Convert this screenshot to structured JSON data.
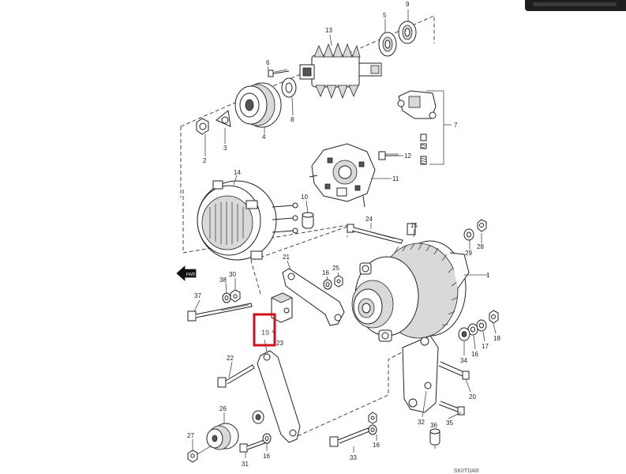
{
  "diagram": {
    "callouts": {
      "c1": "1",
      "c2": "2",
      "c3": "3",
      "c4": "4",
      "c5": "5",
      "c6": "6",
      "c7": "7",
      "c8": "8",
      "c9": "9",
      "c10": "10",
      "c11": "11",
      "c12": "12",
      "c13": "13",
      "c14": "14",
      "c15": "15",
      "c16a": "16",
      "c16b": "16",
      "c16c": "16",
      "c16d": "16",
      "c17": "17",
      "c18": "18",
      "c19": "19",
      "c20": "20",
      "c21": "21",
      "c22": "22",
      "c23": "23",
      "c24": "24",
      "c25": "25",
      "c26": "26",
      "c27": "27",
      "c28": "28",
      "c29": "29",
      "c30": "30",
      "c31": "31",
      "c32": "32",
      "c33": "33",
      "c34": "34",
      "c35": "35",
      "c36": "36",
      "c37": "37",
      "c38": "38"
    },
    "front_arrow": "FWD",
    "highlighted_part": "19",
    "highlight_color": "#d0101a",
    "corner_code": "SKIITDAR"
  }
}
